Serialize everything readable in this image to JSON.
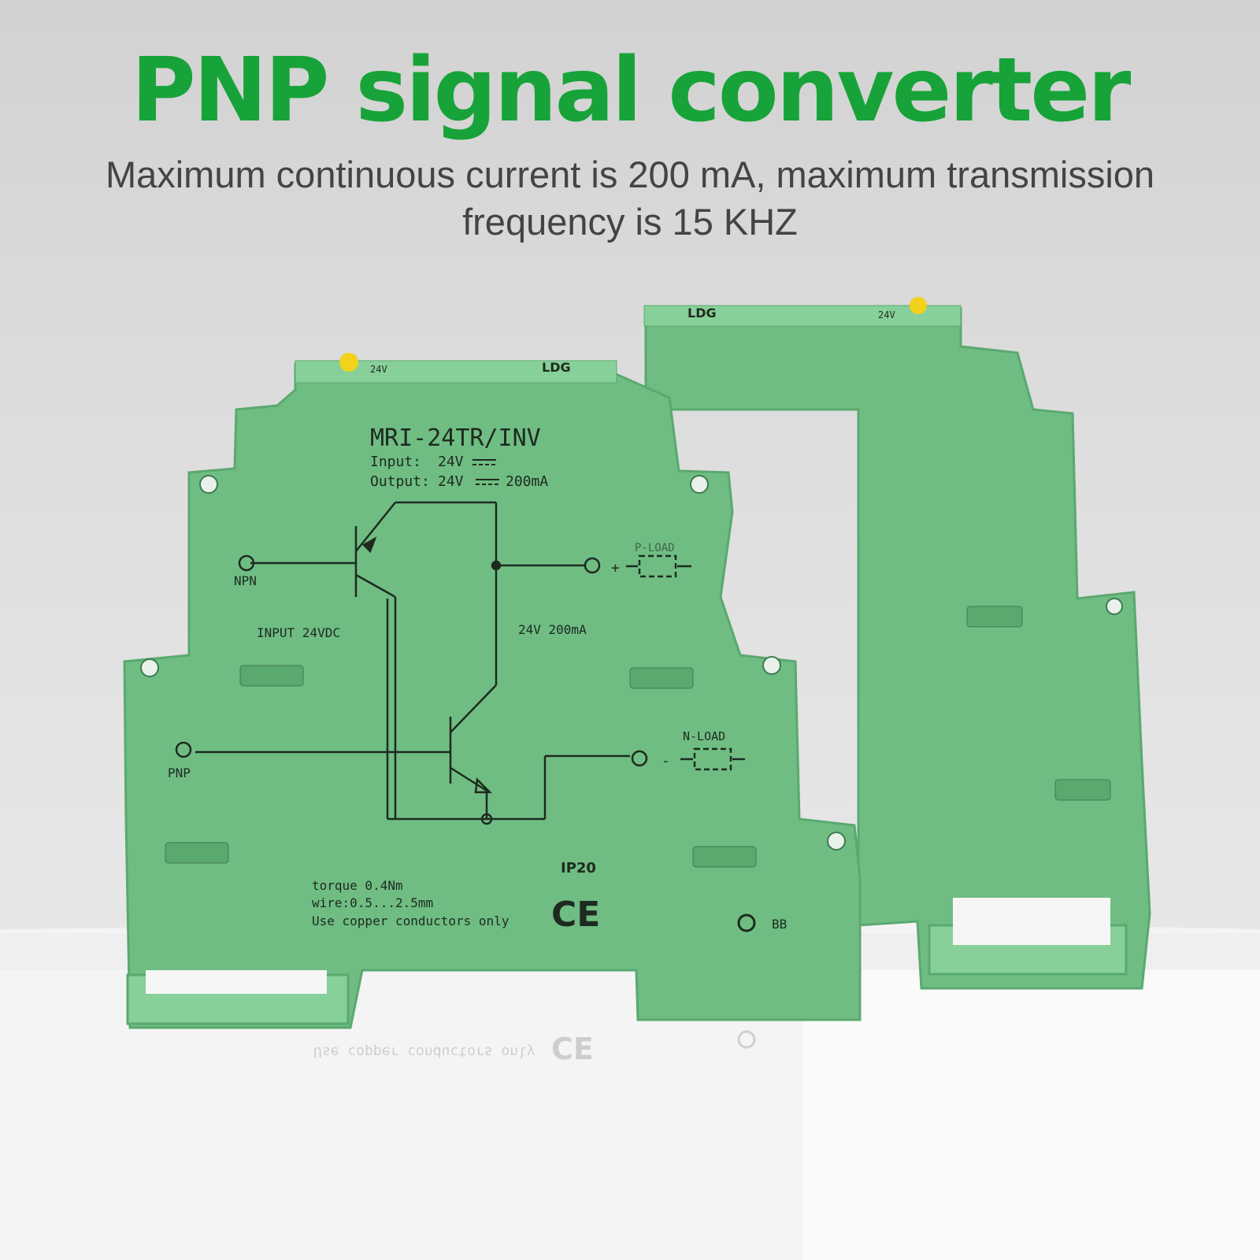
{
  "headline": {
    "text": "PNP signal converter",
    "color": "#17a339"
  },
  "subline": {
    "line1": "Maximum continuous current is 200 mA, maximum transmission",
    "line2": "frequency is 15 KHZ",
    "color": "#444444"
  },
  "colors": {
    "housing": "#6fbd83",
    "housing_dark": "#5aa96f",
    "housing_light": "#88d099",
    "led": "#f2d21a",
    "ink": "#1e2a20",
    "pedestal": "#f6f6f6"
  },
  "module": {
    "model": "MRI-24TR/INV",
    "input_label": "Input:",
    "input_value": "24V",
    "output_label": "Output:",
    "output_value": "24V",
    "output_current": "200mA",
    "brand": "LDG",
    "top_voltage": "24V",
    "npn_label": "NPN",
    "pnp_label": "PNP",
    "input_note": "INPUT 24VDC",
    "output_note": "24V 200mA",
    "p_load": "P-LOAD",
    "n_load": "N-LOAD",
    "plus": "+",
    "minus": "-",
    "ip_rating": "IP20",
    "torque": "torque 0.4Nm",
    "wire": "wire:0.5...2.5mm",
    "copper": "Use copper conductors only",
    "ce": "CE",
    "bb": "BB"
  }
}
